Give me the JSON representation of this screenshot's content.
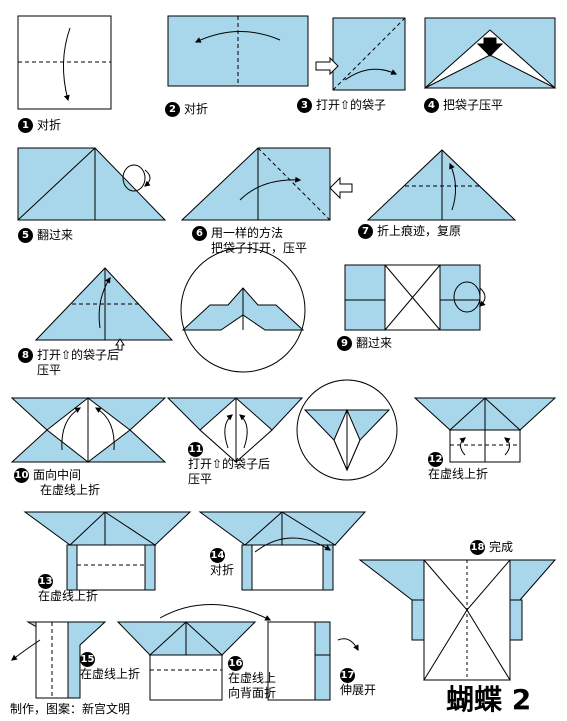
{
  "title": "蝴蝶 2",
  "credit": "制作，图案：新宫文明",
  "colors": {
    "paper": "#a8d6ea",
    "line": "#000000"
  },
  "steps": [
    {
      "n": "1",
      "line1": "对折",
      "line2": ""
    },
    {
      "n": "2",
      "line1": "对折",
      "line2": ""
    },
    {
      "n": "3",
      "line1": "打开⇧的袋子",
      "line2": ""
    },
    {
      "n": "4",
      "line1": "把袋子压平",
      "line2": ""
    },
    {
      "n": "5",
      "line1": "翻过来",
      "line2": ""
    },
    {
      "n": "6",
      "line1": "用一样的方法",
      "line2": "把袋子打开，压平"
    },
    {
      "n": "7",
      "line1": "折上痕迹，复原",
      "line2": ""
    },
    {
      "n": "8",
      "line1": "打开⇧的袋子后",
      "line2": "压平"
    },
    {
      "n": "9",
      "line1": "翻过来",
      "line2": ""
    },
    {
      "n": "10",
      "line1": "面向中间",
      "line2": "在虚线上折"
    },
    {
      "n": "11",
      "line1": "打开⇧的袋子后",
      "line2": "压平"
    },
    {
      "n": "12",
      "line1": "在虚线上折",
      "line2": ""
    },
    {
      "n": "13",
      "line1": "在虚线上折",
      "line2": ""
    },
    {
      "n": "14",
      "line1": "对折",
      "line2": ""
    },
    {
      "n": "15",
      "line1": "在虚线上折",
      "line2": ""
    },
    {
      "n": "16",
      "line1": "在虚线上",
      "line2": "向背面折"
    },
    {
      "n": "17",
      "line1": "伸展开",
      "line2": ""
    },
    {
      "n": "18",
      "line1": "完成",
      "line2": ""
    }
  ]
}
